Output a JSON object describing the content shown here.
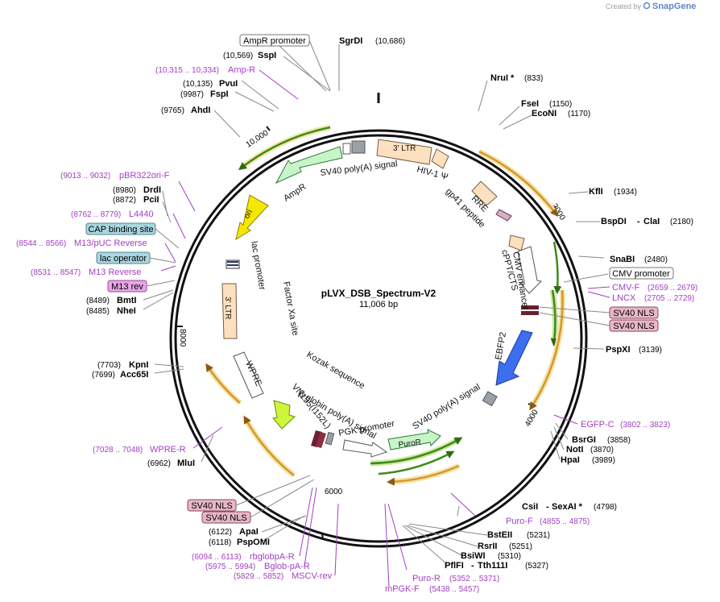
{
  "title": "pLVX_DSB_Spectrum-V2",
  "length_label": "11,006 bp",
  "total_bp": 11006,
  "credit": {
    "prefix": "Created by",
    "brand": "SnapGene"
  },
  "ticks": [
    "2000",
    "4000",
    "6000",
    "8000",
    "10,000"
  ],
  "sites": [
    {
      "name": "SgrDI",
      "pos": "(10,686)"
    },
    {
      "name": "NruI *",
      "pos": "(833)"
    },
    {
      "name": "FseI",
      "pos": "(1150)"
    },
    {
      "name": "EcoNI",
      "pos": "(1170)"
    },
    {
      "name": "KflI",
      "pos": "(1934)"
    },
    {
      "name": "BspDI",
      "name2": "ClaI",
      "pos": "(2180)"
    },
    {
      "name": "SnaBI",
      "pos": "(2480)"
    },
    {
      "name": "PspXI",
      "pos": "(3139)"
    },
    {
      "name": "BsrGI",
      "pos": "(3858)"
    },
    {
      "name": "NotI",
      "pos": "(3870)"
    },
    {
      "name": "HpaI",
      "pos": "(3989)"
    },
    {
      "name": "CsiI",
      "name2": "SexAI *",
      "pos": "(4798)"
    },
    {
      "name": "BstEII",
      "pos": "(5231)"
    },
    {
      "name": "RsrII",
      "pos": "(5251)"
    },
    {
      "name": "BsiWI",
      "pos": "(5310)"
    },
    {
      "name": "PflFI",
      "name2": "Tth111I",
      "pos": "(5327)"
    },
    {
      "name": "ApaI",
      "pos": "(6122)"
    },
    {
      "name": "PspOMI",
      "pos": "(6118)"
    },
    {
      "name": "MluI",
      "pos": "(6962)"
    },
    {
      "name": "KpnI",
      "pos": "(7703)"
    },
    {
      "name": "Acc65I",
      "pos": "(7699)"
    },
    {
      "name": "BmtI",
      "pos": "(8489)"
    },
    {
      "name": "NheI",
      "pos": "(8485)"
    },
    {
      "name": "DrdI",
      "pos": "(8980)"
    },
    {
      "name": "PciI",
      "pos": "(8872)"
    },
    {
      "name": "AhdI",
      "pos": "(9765)"
    },
    {
      "name": "PvuI",
      "pos": "(10,135)"
    },
    {
      "name": "FspI",
      "pos": "(9987)"
    },
    {
      "name": "SspI",
      "pos": "(10,569)"
    }
  ],
  "primers": [
    {
      "name": "Amp-R",
      "pos": "(10,315 .. 10,334)"
    },
    {
      "name": "pBR322ori-F",
      "pos": "(9013 .. 9032)"
    },
    {
      "name": "L4440",
      "pos": "(8762 .. 8779)"
    },
    {
      "name": "M13/pUC Reverse",
      "pos": "(8544 .. 8566)"
    },
    {
      "name": "M13 Reverse",
      "pos": "(8531 .. 8547)"
    },
    {
      "name": "CMV-F",
      "pos": "(2659 .. 2679)"
    },
    {
      "name": "LNCX",
      "pos": "(2705 .. 2729)"
    },
    {
      "name": "EGFP-C",
      "pos": "(3802 .. 3823)"
    },
    {
      "name": "Puro-F",
      "pos": "(4855 .. 4875)"
    },
    {
      "name": "Puro-R",
      "pos": "(5352 .. 5371)"
    },
    {
      "name": "mPGK-F",
      "pos": "(5438 .. 5457)"
    },
    {
      "name": "WPRE-R",
      "pos": "(7028 .. 7048)"
    },
    {
      "name": "rbglobpA-R",
      "pos": "(6094 .. 6113)"
    },
    {
      "name": "Bglob-pA-R",
      "pos": "(5975 .. 5994)"
    },
    {
      "name": "MSCV-rev",
      "pos": "(5829 .. 5852)"
    }
  ],
  "boxed_labels": [
    {
      "text": "AmpR promoter"
    },
    {
      "text": "CMV promoter"
    },
    {
      "text": "CAP binding site"
    },
    {
      "text": "lac operator"
    },
    {
      "text": "M13 rev"
    },
    {
      "text": "SV40 NLS"
    },
    {
      "text": "SV40 NLS"
    },
    {
      "text": "SV40 NLS"
    },
    {
      "text": "SV40 NLS"
    }
  ],
  "features": [
    "3' LTR",
    "HIV-1 Ψ",
    "RRE",
    "gp41 peptide",
    "cPPT/CTS",
    "CMV enhancer",
    "EBFP2",
    "SV40 poly(A) signal",
    "PuroR",
    "PGK promoter",
    "β-globin poly(A) signal",
    "VN155(I152L)",
    "Kozak sequence",
    "Factor Xa site",
    "WPRE",
    "3' LTR",
    "lac promoter",
    "ori",
    "AmpR",
    "SV40 poly(A) signal"
  ],
  "colors": {
    "backbone": "#111111",
    "site": "#000000",
    "site_pos": "#222222",
    "primer": "#a23fc2",
    "primer_arrow_green": "#3f8a1c",
    "primer_arrow_orange": "#d7962b",
    "ltr": "#fde0c0",
    "ampr": "#c7f5c9",
    "ori": "#f5e700",
    "vn155": "#cdf53a",
    "ebfp2": "#3d6ef0",
    "box_pink": "#e8b7c7",
    "box_blue": "#a9d6e0",
    "box_m13": "#e7a6e6"
  }
}
